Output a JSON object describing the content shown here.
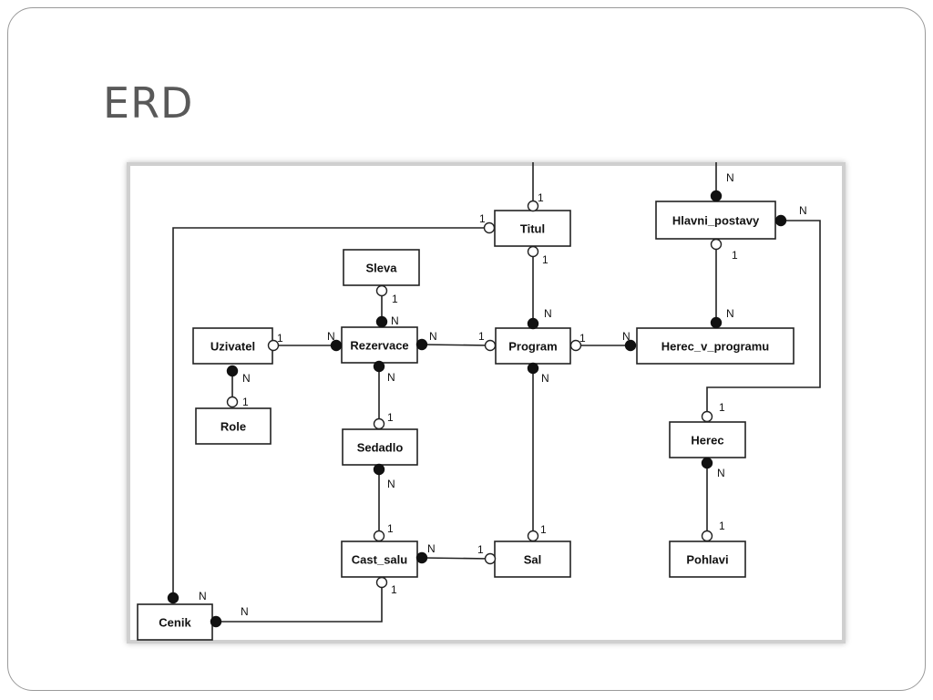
{
  "slide": {
    "title": "ERD"
  },
  "entities": [
    {
      "id": "titul",
      "label": "Titul"
    },
    {
      "id": "hlavni_postavy",
      "label": "Hlavni_postavy"
    },
    {
      "id": "sleva",
      "label": "Sleva"
    },
    {
      "id": "uzivatel",
      "label": "Uzivatel"
    },
    {
      "id": "rezervace",
      "label": "Rezervace"
    },
    {
      "id": "program",
      "label": "Program"
    },
    {
      "id": "herec_v_programu",
      "label": "Herec_v_programu"
    },
    {
      "id": "role",
      "label": "Role"
    },
    {
      "id": "sedadlo",
      "label": "Sedadlo"
    },
    {
      "id": "herec",
      "label": "Herec"
    },
    {
      "id": "cast_salu",
      "label": "Cast_salu"
    },
    {
      "id": "sal",
      "label": "Sal"
    },
    {
      "id": "pohlavi",
      "label": "Pohlavi"
    },
    {
      "id": "cenik",
      "label": "Cenik"
    }
  ],
  "relationships": [
    {
      "name": "titul-offpage",
      "from": "Titul",
      "to": "",
      "from_card": "1",
      "to_card": ""
    },
    {
      "name": "hlavni-postavy-offpage",
      "from": "",
      "to": "Hlavni_postavy",
      "from_card": "",
      "to_card": "N"
    },
    {
      "name": "titul-cenik",
      "from": "Titul",
      "to": "Cenik",
      "from_card": "1",
      "to_card": "N"
    },
    {
      "name": "titul-program",
      "from": "Titul",
      "to": "Program",
      "from_card": "1",
      "to_card": "N"
    },
    {
      "name": "hlavni-postavy-herec-v-programu",
      "from": "Hlavni_postavy",
      "to": "Herec_v_programu",
      "from_card": "1",
      "to_card": "N"
    },
    {
      "name": "hlavni-postavy-herec",
      "from": "Hlavni_postavy",
      "to": "Herec",
      "from_card": "N",
      "to_card": "1"
    },
    {
      "name": "sleva-rezervace",
      "from": "Sleva",
      "to": "Rezervace",
      "from_card": "1",
      "to_card": "N"
    },
    {
      "name": "uzivatel-rezervace",
      "from": "Uzivatel",
      "to": "Rezervace",
      "from_card": "1",
      "to_card": "N"
    },
    {
      "name": "rezervace-program",
      "from": "Rezervace",
      "to": "Program",
      "from_card": "N",
      "to_card": "1"
    },
    {
      "name": "program-herec-v-programu",
      "from": "Program",
      "to": "Herec_v_programu",
      "from_card": "1",
      "to_card": "N"
    },
    {
      "name": "uzivatel-role",
      "from": "Uzivatel",
      "to": "Role",
      "from_card": "N",
      "to_card": "1"
    },
    {
      "name": "rezervace-sedadlo",
      "from": "Rezervace",
      "to": "Sedadlo",
      "from_card": "N",
      "to_card": "1"
    },
    {
      "name": "program-sal",
      "from": "Program",
      "to": "Sal",
      "from_card": "N",
      "to_card": "1"
    },
    {
      "name": "sedadlo-cast-salu",
      "from": "Sedadlo",
      "to": "Cast_salu",
      "from_card": "N",
      "to_card": "1"
    },
    {
      "name": "cast-salu-sal",
      "from": "Cast_salu",
      "to": "Sal",
      "from_card": "N",
      "to_card": "1"
    },
    {
      "name": "herec-pohlavi",
      "from": "Herec",
      "to": "Pohlavi",
      "from_card": "N",
      "to_card": "1"
    },
    {
      "name": "cast-salu-cenik",
      "from": "Cast_salu",
      "to": "Cenik",
      "from_card": "1",
      "to_card": "N"
    }
  ]
}
